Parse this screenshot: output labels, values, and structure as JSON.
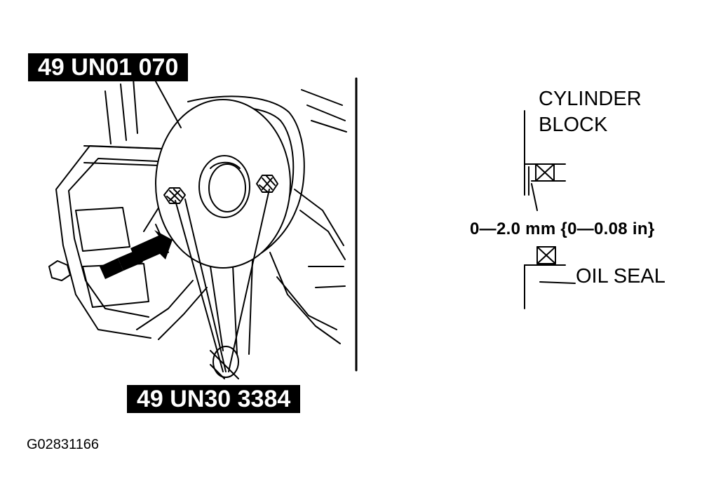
{
  "labels": {
    "tool_top": "49 UN01 070",
    "tool_bottom": "49 UN30 3384",
    "cylinder_block_line1": "CYLINDER",
    "cylinder_block_line2": "BLOCK",
    "clearance": "0—2.0 mm {0—0.08 in}",
    "oil_seal": "OIL SEAL",
    "figure_id": "G02831166"
  },
  "icons": {
    "arrow": "triple-arrow-icon",
    "seal": "crossed-box-icon"
  },
  "colors": {
    "ink": "#000000",
    "paper": "#ffffff"
  }
}
